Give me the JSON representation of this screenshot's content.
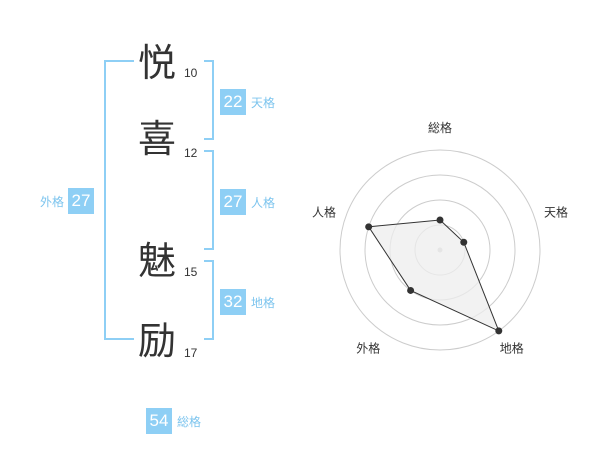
{
  "name": {
    "chars": [
      {
        "char": "悦",
        "strokes": "10"
      },
      {
        "char": "喜",
        "strokes": "12"
      },
      {
        "char": "魅",
        "strokes": "15"
      },
      {
        "char": "励",
        "strokes": "17"
      }
    ]
  },
  "kaku": {
    "tenkaku": {
      "value": "22",
      "label": "天格"
    },
    "jinkaku": {
      "value": "27",
      "label": "人格"
    },
    "chikaku": {
      "value": "32",
      "label": "地格"
    },
    "gaikaku": {
      "value": "27",
      "label": "外格"
    },
    "soukaku": {
      "value": "54",
      "label": "総格"
    }
  },
  "colors": {
    "accent": "#8ecff5",
    "label": "#7cc4ee",
    "text": "#333333",
    "grid": "#cccccc",
    "fill": "#eeeeee"
  },
  "chart_data": {
    "type": "radar",
    "axes": [
      "総格",
      "天格",
      "地格",
      "外格",
      "人格"
    ],
    "values": [
      0.3,
      0.25,
      1.0,
      0.5,
      0.75
    ],
    "rings": 4,
    "max": 1
  }
}
